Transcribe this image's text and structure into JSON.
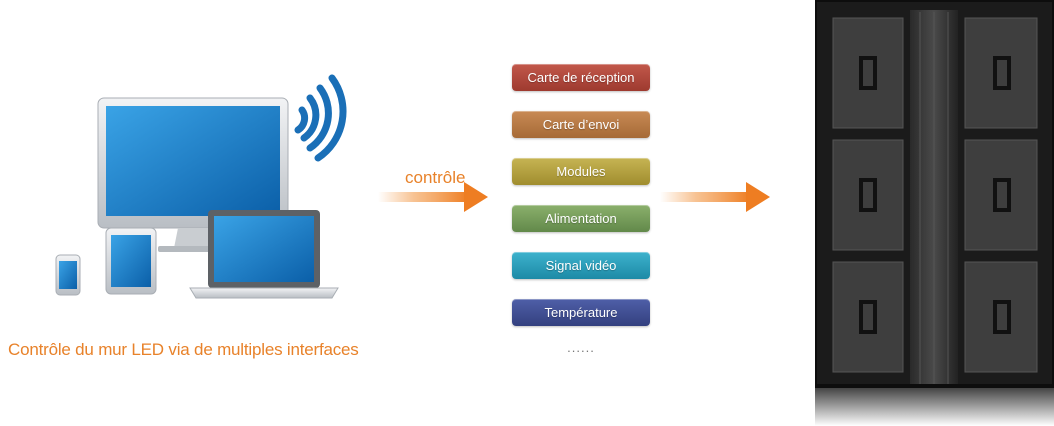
{
  "caption": "Contrôle du mur LED via de multiples interfaces",
  "arrow_label": "contrôle",
  "components": [
    {
      "label": "Carte de réception",
      "color_top": "#c2584b",
      "color_bottom": "#9e3a2f"
    },
    {
      "label": "Carte d’envoi",
      "color_top": "#c88a55",
      "color_bottom": "#a66a36"
    },
    {
      "label": "Modules",
      "color_top": "#c6b453",
      "color_bottom": "#a08d2e"
    },
    {
      "label": "Alimentation",
      "color_top": "#8bb06c",
      "color_bottom": "#62894a"
    },
    {
      "label": "Signal vidéo",
      "color_top": "#3db2cd",
      "color_bottom": "#1d8aa6"
    },
    {
      "label": "Température",
      "color_top": "#4f5fa8",
      "color_bottom": "#33407f"
    }
  ],
  "ellipsis": "......",
  "colors": {
    "accent_orange": "#e8822a",
    "screen_blue": "#1479c4",
    "device_silver": "#d5d8dc"
  },
  "icons": {
    "devices": "monitor-laptop-tablet-phone-illustration",
    "wifi": "wifi-signal-icon",
    "arrow": "right-arrow-icon",
    "led_cabinet": "led-cabinet-image"
  }
}
